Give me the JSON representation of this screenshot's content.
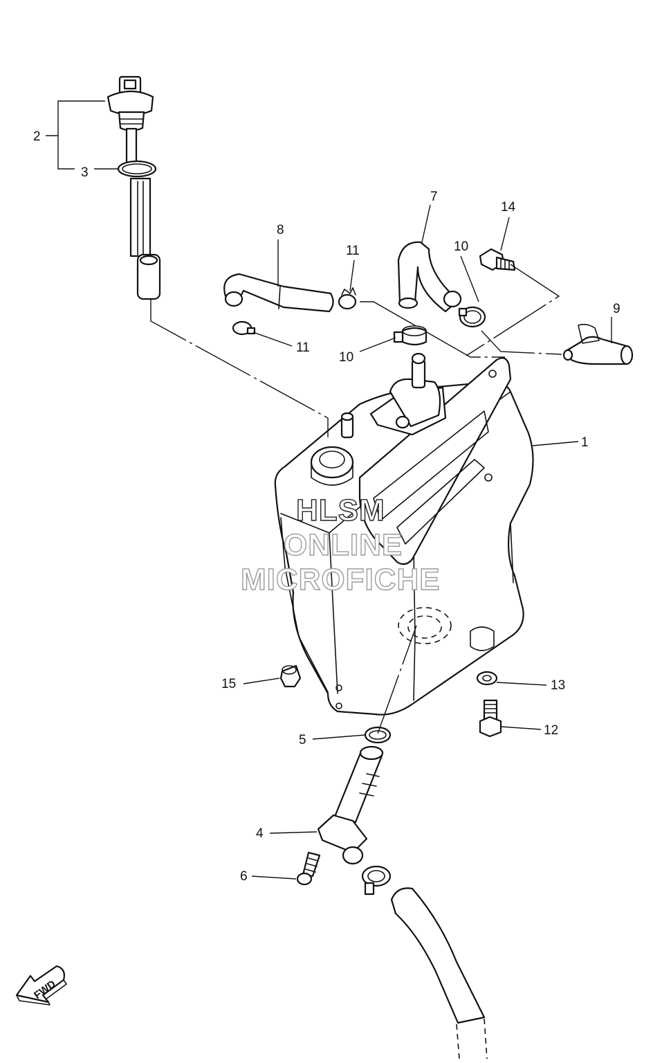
{
  "callouts": {
    "c1": "1",
    "c2": "2",
    "c3": "3",
    "c4": "4",
    "c5": "5",
    "c6": "6",
    "c7": "7",
    "c8": "8",
    "c9": "9",
    "c10a": "10",
    "c10b": "10",
    "c11a": "11",
    "c11b": "11",
    "c12": "12",
    "c13": "13",
    "c14": "14",
    "c15": "15"
  },
  "watermark": {
    "line1": "HLSM",
    "line2": "ONLINE",
    "line3": "MICROFICHE"
  },
  "fwd_arrow": {
    "label": "FWD"
  }
}
